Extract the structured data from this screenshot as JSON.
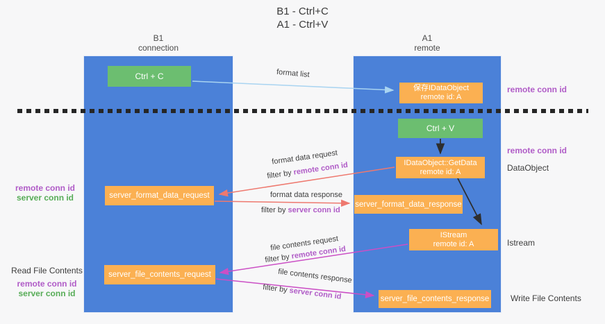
{
  "title": {
    "line1": "B1 - Ctrl+C",
    "line2": "A1 - Ctrl+V"
  },
  "lanes": {
    "left": {
      "name": "B1",
      "role": "connection"
    },
    "right": {
      "name": "A1",
      "role": "remote"
    }
  },
  "nodes": {
    "ctrl_c": {
      "label": "Ctrl + C"
    },
    "save_dataobject": {
      "line1": "保存IDataObject",
      "line2": "remote id: A"
    },
    "ctrl_v": {
      "label": "Ctrl + V"
    },
    "getdata": {
      "line1": "IDataObject::GetData",
      "line2": "remote id: A"
    },
    "format_request": {
      "label": "server_format_data_request"
    },
    "format_response": {
      "label": "server_format_data_response"
    },
    "istream": {
      "line1": "IStream",
      "line2": "remote id: A"
    },
    "file_request": {
      "label": "server_file_contents_request"
    },
    "file_response": {
      "label": "server_file_contents_response"
    }
  },
  "flow_labels": {
    "format_list": "format list",
    "format_data_request": "format data request",
    "format_data_response": "format data response",
    "file_contents_request": "file contents request",
    "file_contents_response": "file contents response",
    "filter_by": "filter by ",
    "remote_conn_id": "remote conn id",
    "server_conn_id": "server conn id"
  },
  "side_labels": {
    "remote_conn_id": "remote conn id",
    "server_conn_id": "server conn id",
    "dataobject": "DataObject",
    "istream": "Istream",
    "read_file_contents": "Read File Contents",
    "write_file_contents": "Write File Contents"
  },
  "colors": {
    "lane_blue": "#4b81d8",
    "node_green": "#6cbe70",
    "node_orange": "#fbb052",
    "purple_text": "#b05cc7",
    "green_text": "#57ac57",
    "arrow_light_blue": "#a9d4f1",
    "arrow_salmon": "#ee796f",
    "arrow_magenta": "#cb4fc5",
    "arrow_black": "#2e2e2e",
    "background": "#f7f7f8"
  }
}
